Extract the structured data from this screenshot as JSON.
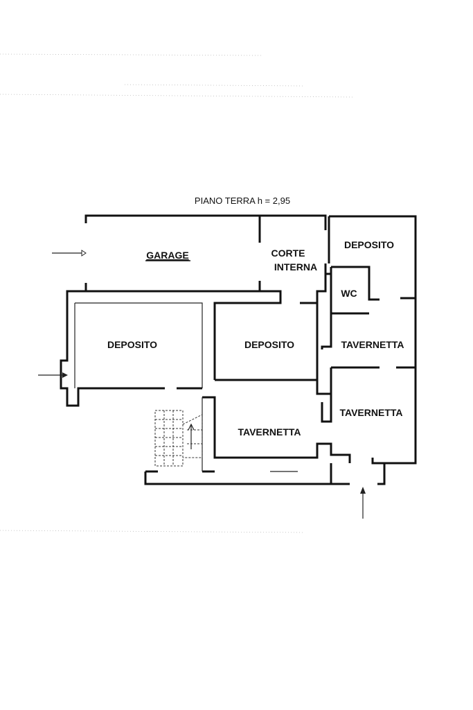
{
  "title": "PIANO TERRA h = 2,95",
  "rooms": {
    "garage": "GARAGE",
    "corte_line1": "CORTE",
    "corte_line2": "INTERNA",
    "deposito_top_right": "DEPOSITO",
    "wc": "WC",
    "tavernetta_right_upper": "TAVERNETTA",
    "deposito_left": "DEPOSITO",
    "deposito_center": "DEPOSITO",
    "tavernetta_right_lower": "TAVERNETTA",
    "tavernetta_bottom": "TAVERNETTA"
  },
  "icons": {
    "entrance_arrows": [
      "arrow-right-icon",
      "arrow-right-icon",
      "arrow-up-icon"
    ],
    "stairs": "stairs-icon"
  }
}
